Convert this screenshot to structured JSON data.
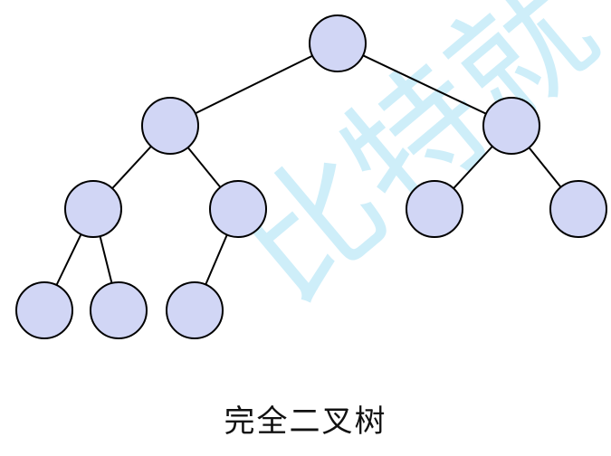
{
  "diagram": {
    "caption": "完全二叉树",
    "watermark": "比特就",
    "node_fill": "#d1d6f5",
    "edge_color": "#000000",
    "watermark_color": "#61c8ec",
    "nodes": [
      {
        "id": "root"
      },
      {
        "id": "l"
      },
      {
        "id": "r"
      },
      {
        "id": "ll"
      },
      {
        "id": "lr"
      },
      {
        "id": "rl"
      },
      {
        "id": "rr"
      },
      {
        "id": "lll"
      },
      {
        "id": "llr"
      },
      {
        "id": "lrl"
      }
    ],
    "edges": [
      [
        "root",
        "l"
      ],
      [
        "root",
        "r"
      ],
      [
        "l",
        "ll"
      ],
      [
        "l",
        "lr"
      ],
      [
        "r",
        "rl"
      ],
      [
        "r",
        "rr"
      ],
      [
        "ll",
        "lll"
      ],
      [
        "ll",
        "llr"
      ],
      [
        "lr",
        "lrl"
      ]
    ]
  }
}
